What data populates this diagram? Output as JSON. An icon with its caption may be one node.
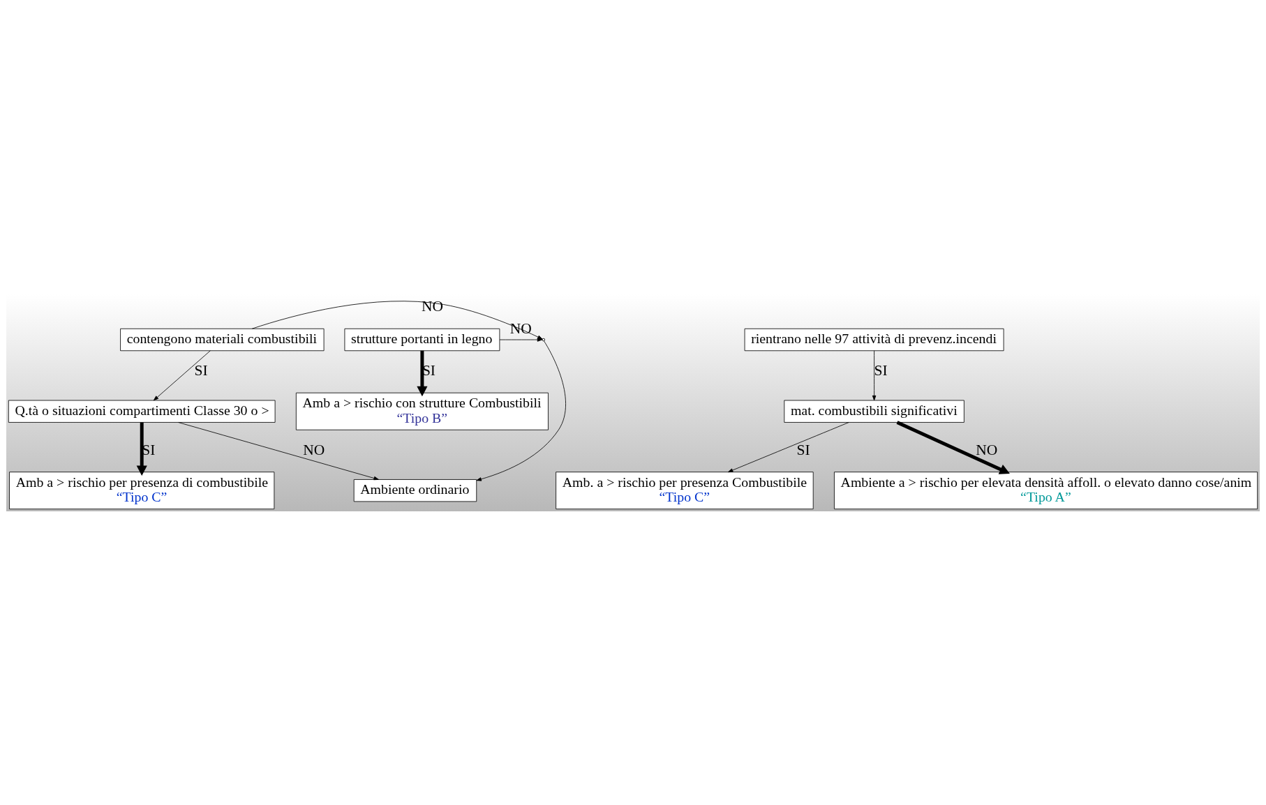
{
  "diagram": {
    "nodes": [
      {
        "text": [
          "contengono materiali combustibili"
        ]
      },
      {
        "text": [
          "strutture portanti in legno"
        ]
      },
      {
        "text": [
          "rientrano nelle 97 attività di prevenz.incendi"
        ]
      },
      {
        "text": [
          "Q.tà o situazioni compartimenti Classe 30 o >"
        ]
      },
      {
        "text": [
          "Ambiente ordinario"
        ]
      },
      {
        "text": [
          "mat. combustibili significativi"
        ]
      },
      {
        "text": [
          "Amb a > rischio per presenza di combustibile",
          "“Tipo C”"
        ]
      },
      {
        "text": [
          "Amb a > rischio con strutture Combustibili",
          "“Tipo B”"
        ]
      },
      {
        "text": [
          "Amb. a > rischio per presenza Combustibile",
          "“Tipo C”"
        ]
      },
      {
        "text": [
          "Ambiente a > rischio per elevata densità affoll. o elevato danno cose/anim",
          "“Tipo A”"
        ]
      },
      {
        "text": [],
        "shape": "point"
      }
    ],
    "edges": [
      {
        "from": 0,
        "to": 10,
        "arrow": "to",
        "label": "NO"
      },
      {
        "from": 1,
        "to": 10,
        "arrow": "to",
        "label": "NO"
      },
      {
        "from": 0,
        "to": 3,
        "arrow": "to",
        "label": "SI"
      },
      {
        "from": 1,
        "to": 7,
        "arrow": "to",
        "label": "SI",
        "style": "thick"
      },
      {
        "from": 2,
        "to": 5,
        "arrow": "to",
        "label": "SI"
      },
      {
        "from": 5,
        "to": 9,
        "arrow": "to",
        "label": "NO",
        "style": "thick"
      },
      {
        "from": 3,
        "to": 4,
        "arrow": "to",
        "label": "NO"
      },
      {
        "from": 10,
        "to": 4,
        "arrow": "to"
      },
      {
        "from": 3,
        "to": 6,
        "arrow": "to",
        "label": "SI",
        "style": "thick"
      },
      {
        "from": 5,
        "to": 8,
        "arrow": "to",
        "label": "SI"
      }
    ]
  }
}
